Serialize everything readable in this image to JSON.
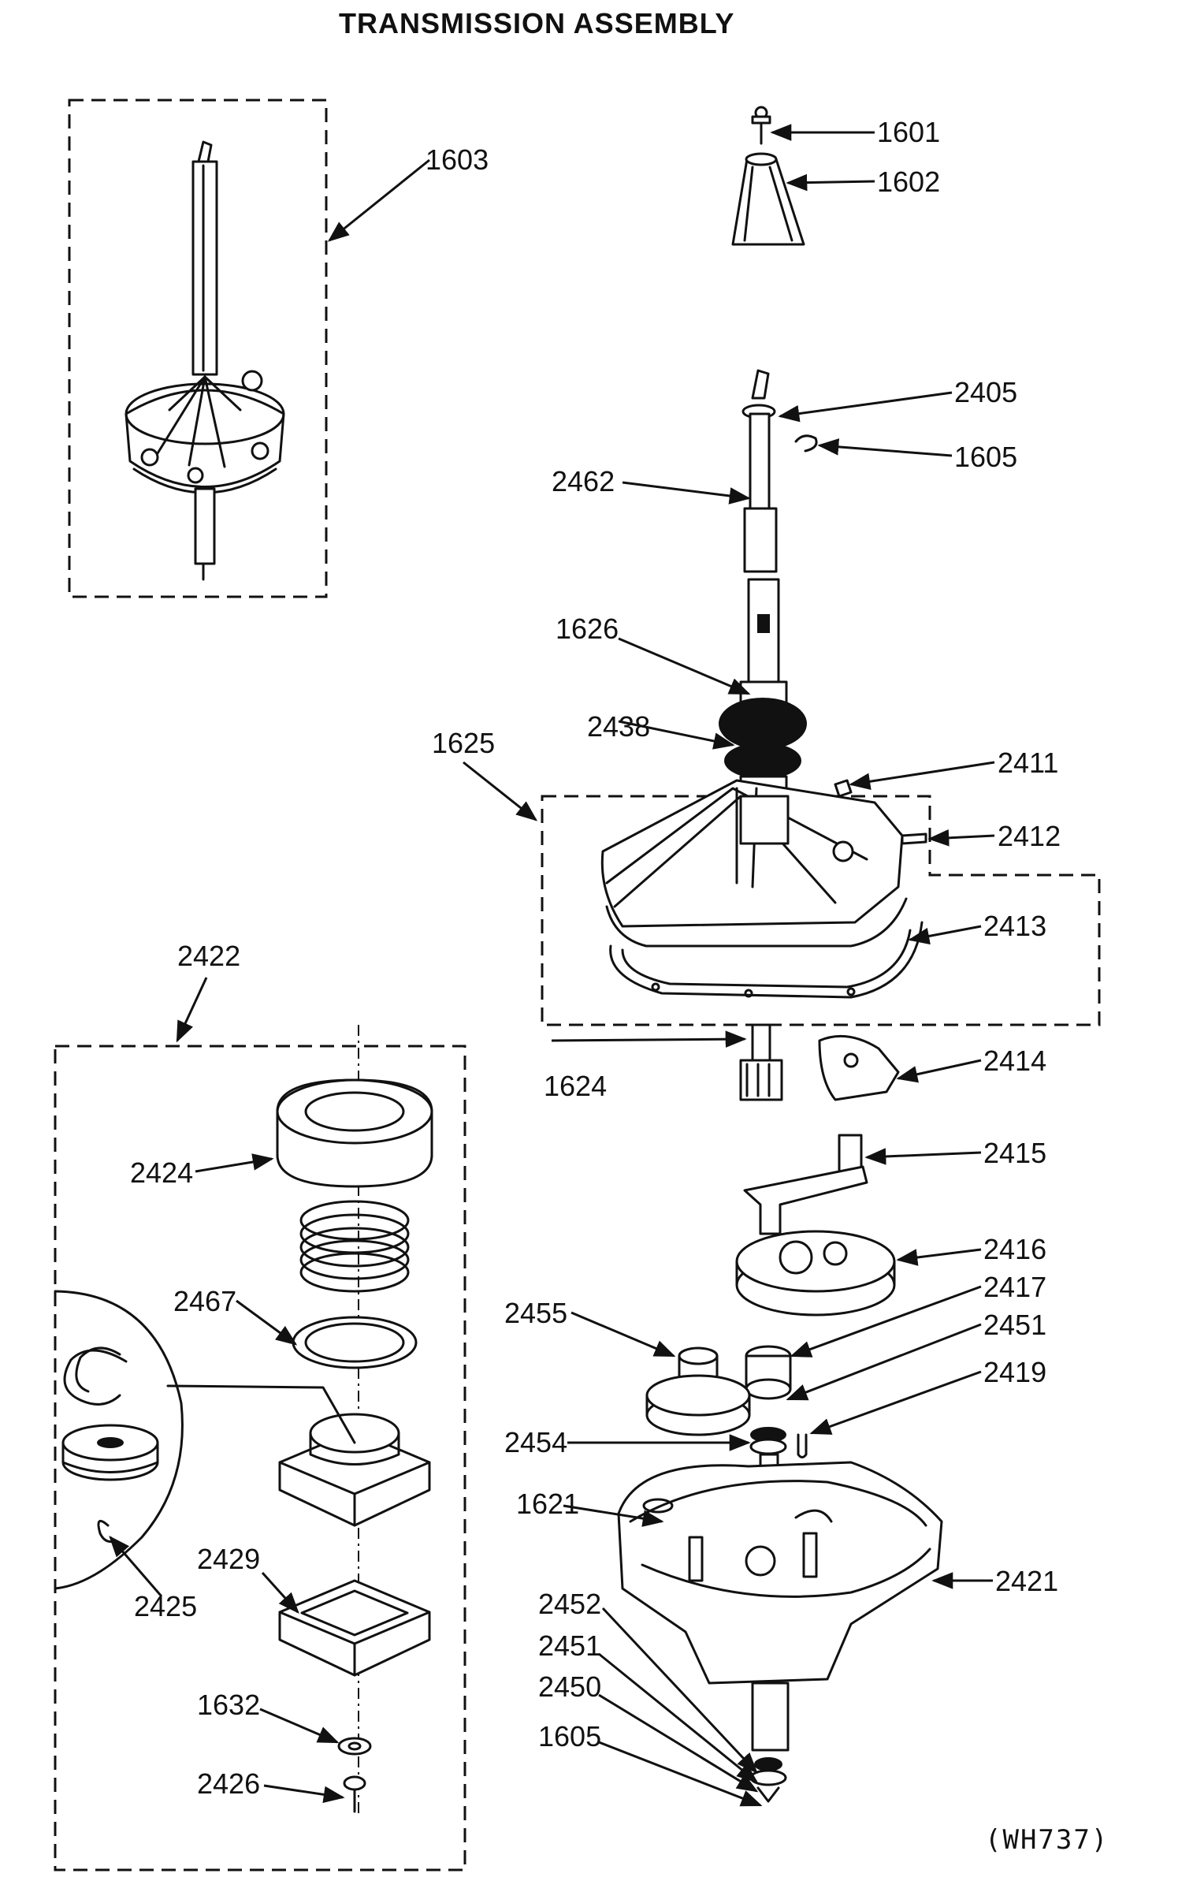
{
  "title": "TRANSMISSION ASSEMBLY",
  "drawing_code": "(WH737)",
  "callouts": {
    "c1601": "1601",
    "c1602": "1602",
    "c1603": "1603",
    "c2405": "2405",
    "c1605_top": "1605",
    "c2462": "2462",
    "c1626": "1626",
    "c2438": "2438",
    "c1625": "1625",
    "c2411": "2411",
    "c2412": "2412",
    "c2413": "2413",
    "c2422": "2422",
    "c1624": "1624",
    "c2414": "2414",
    "c2415": "2415",
    "c2424": "2424",
    "c2416": "2416",
    "c2417": "2417",
    "c2467": "2467",
    "c2455": "2455",
    "c2451_top": "2451",
    "c2419": "2419",
    "c2454": "2454",
    "c1621": "1621",
    "c2429": "2429",
    "c2425": "2425",
    "c2421": "2421",
    "c2452": "2452",
    "c2451_bottom": "2451",
    "c2450": "2450",
    "c1632": "1632",
    "c1605_bottom": "1605",
    "c2426": "2426"
  }
}
